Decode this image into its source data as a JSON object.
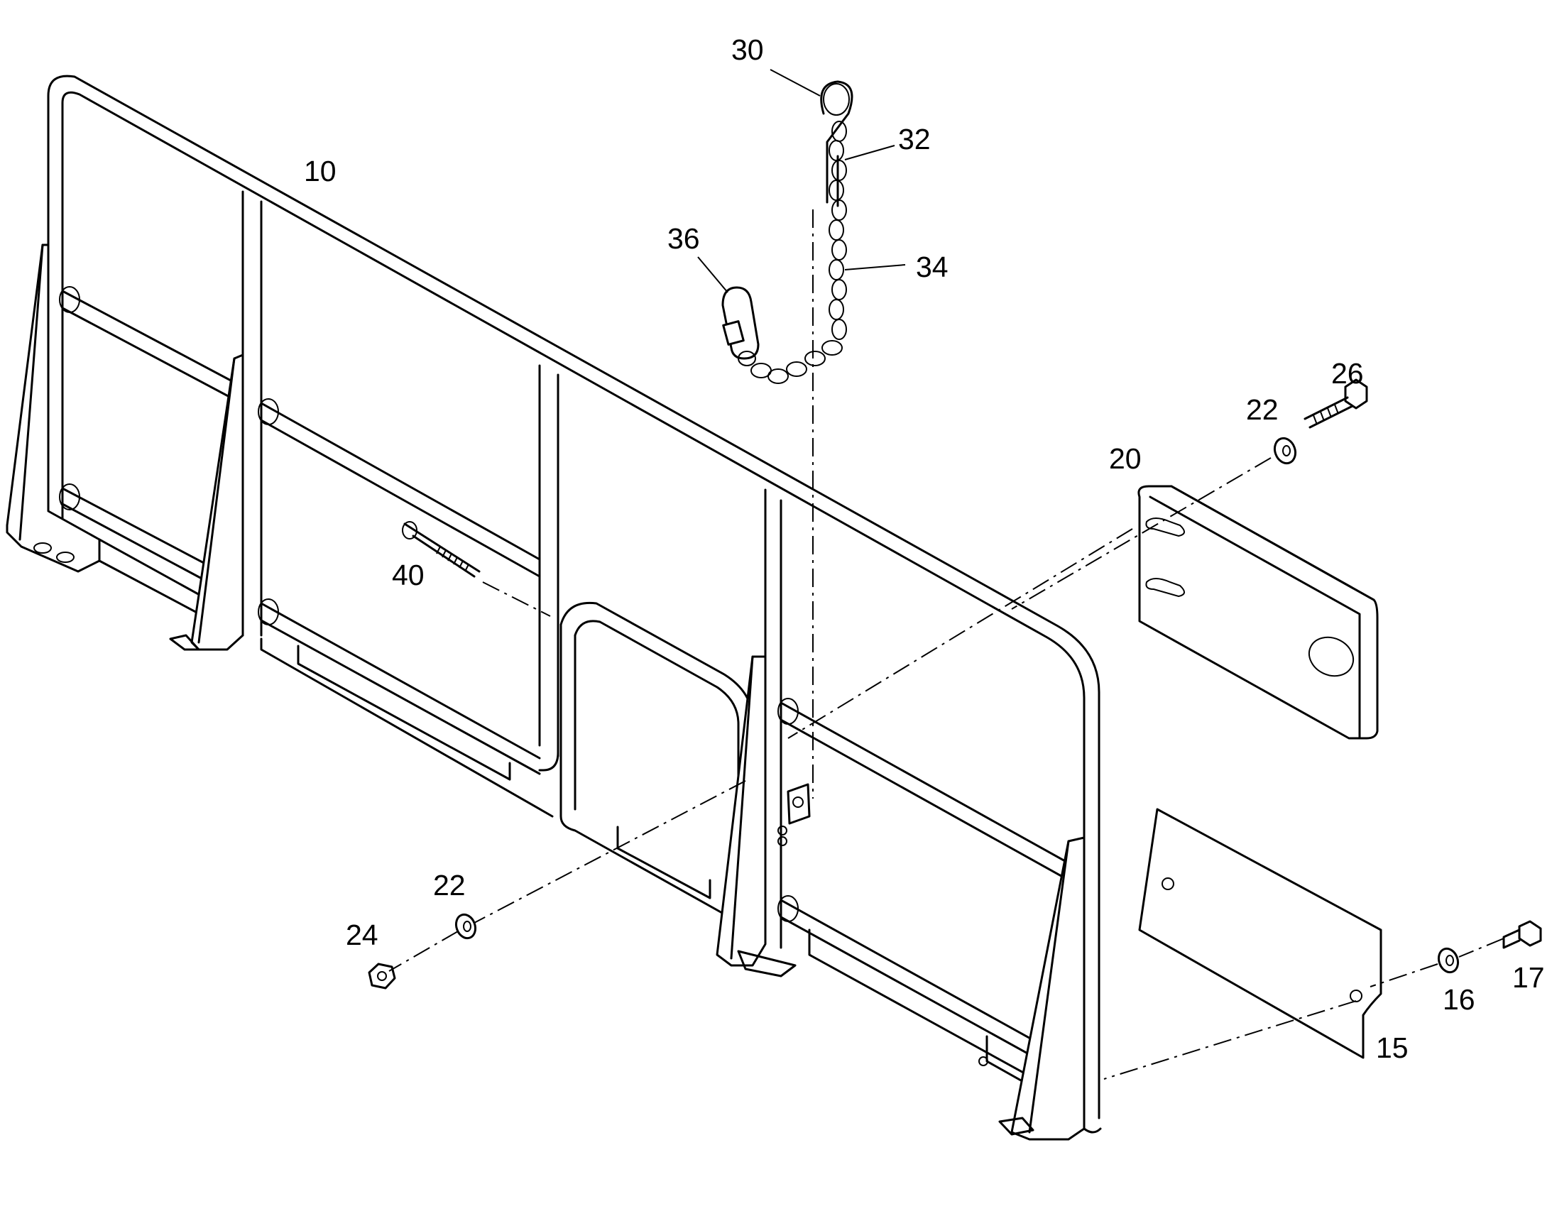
{
  "callouts": {
    "c10": "10",
    "c15": "15",
    "c16": "16",
    "c17": "17",
    "c20": "20",
    "c22a": "22",
    "c22b": "22",
    "c24": "24",
    "c26": "26",
    "c30": "30",
    "c32": "32",
    "c34": "34",
    "c36": "36",
    "c40": "40"
  }
}
